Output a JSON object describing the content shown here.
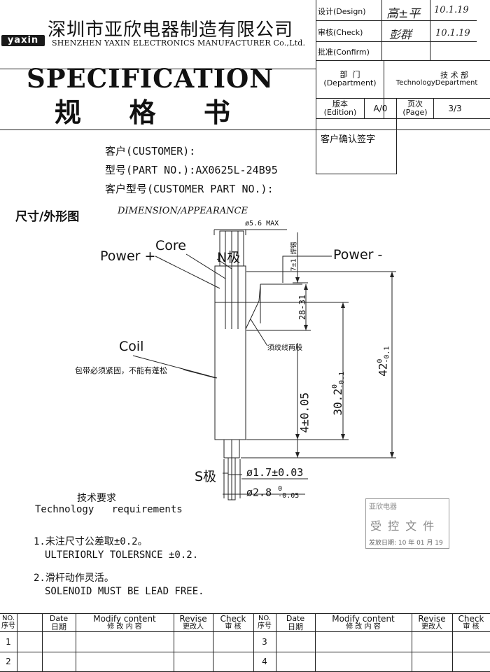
{
  "company": {
    "logo": "yaxin",
    "name_cn": "深圳市亚欣电器制造有限公司",
    "name_en": "SHENZHEN YAXIN ELECTRONICS MANUFACTURER Co.,Ltd."
  },
  "title": {
    "en": "SPECIFICATION",
    "cn": "规  格  书"
  },
  "approvals": [
    {
      "label": "设计(Design)",
      "signature": "高±平",
      "date": "10.1.19"
    },
    {
      "label": "审核(Check)",
      "signature": "彭群",
      "date": "10.1.19"
    },
    {
      "label": "批准(Confirm)",
      "signature": "",
      "date": ""
    }
  ],
  "department": {
    "label_cn": "部  门",
    "label_en": "(Department)",
    "value_cn": "技 术 部",
    "value_en": "TechnologyDepartment"
  },
  "edition": {
    "label_cn": "版本",
    "label_en": "(Edition)",
    "value": "A/0",
    "page_label_cn": "页次",
    "page_label_en": "(Page)",
    "page_value": "3/3"
  },
  "customer_confirm": "客户确认签字",
  "customer": {
    "customer_label": "客户(CUSTOMER):",
    "part_label": "型号(PART NO.):",
    "part_no": "AX0625L-24B95",
    "customer_part_label": "客户型号(CUSTOMER PART NO.):"
  },
  "dimension": {
    "title_cn": "尺寸/外形图",
    "title_en": "DIMENSION/APPEARANCE",
    "labels": {
      "core": "Core",
      "power_plus": "Power +",
      "power_minus": "Power -",
      "n_pole": "N极",
      "s_pole": "S极",
      "coil": "Coil",
      "coil_note": "包带必须紧固，不能有蓬松",
      "wire_note": "须绞线两股",
      "solder": "焊锡"
    },
    "dims": {
      "d_max": "ø5.6 MAX",
      "tin": "7±1",
      "lead": "28-31",
      "l30": "30.2",
      "l30_tol": "0\n-0.1",
      "l4": "4±0.05",
      "l42": "42",
      "l42_tol": "0\n-0.1",
      "d17": "ø1.7±0.03",
      "d28": "ø2.8",
      "d28_tol_top": "0",
      "d28_tol_bot": "-0.05"
    }
  },
  "requirements": {
    "title_cn": "技术要求",
    "title_en": "Technology   requirements",
    "items": [
      {
        "cn": "1.未注尺寸公差取±0.2。",
        "en": "ULTERIORLY TOLERSNCE  ±0.2."
      },
      {
        "cn": "2.滑杆动作灵活。",
        "en": "SOLENOID MUST BE LEAD FREE."
      }
    ]
  },
  "stamp": {
    "top": "亚欣电器",
    "mid": "受 控 文 件",
    "bottom": "发放日期: 10 年 01 月 19"
  },
  "revision_table": {
    "headers": [
      {
        "en": "NO.",
        "cn": "序号"
      },
      {
        "en": "Date",
        "cn": "日期"
      },
      {
        "en": "Modify content",
        "cn": "修 改 内 容"
      },
      {
        "en": "Revise",
        "cn": "更改人"
      },
      {
        "en": "Check",
        "cn": "审  核"
      },
      {
        "en": "NO.",
        "cn": "序号"
      },
      {
        "en": "Date",
        "cn": "日期"
      },
      {
        "en": "Modify content",
        "cn": "修 改 内 容"
      },
      {
        "en": "Revise",
        "cn": "更改人"
      },
      {
        "en": "Check",
        "cn": "审  核"
      }
    ],
    "rows": [
      {
        "left_no": "1",
        "right_no": "3"
      },
      {
        "left_no": "2",
        "right_no": "4"
      }
    ]
  }
}
